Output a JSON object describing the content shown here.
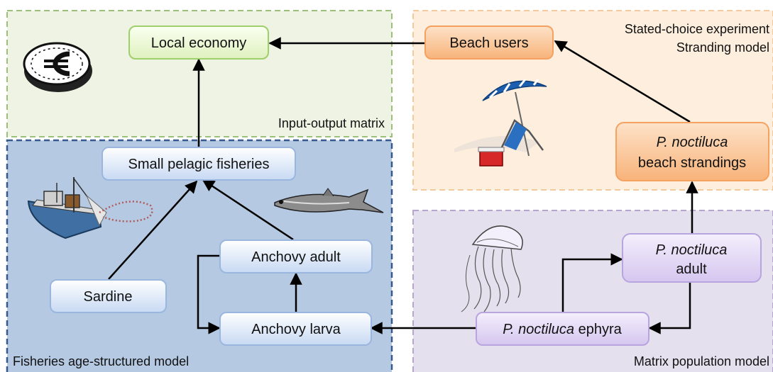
{
  "regions": {
    "economy": {
      "label": "Input-output matrix",
      "fill": "#eef3e4",
      "stroke": "#9cc07a"
    },
    "beach": {
      "label_line1": "Stated-choice experiment",
      "label_line2": "Stranding model",
      "fill": "#fdeede",
      "stroke": "#f3c99e"
    },
    "fisheries": {
      "label": "Fisheries age-structured model",
      "fill": "#b5c9e3",
      "stroke": "#375a8c"
    },
    "population": {
      "label": "Matrix population model",
      "fill": "#e5e0ee",
      "stroke": "#b4a6cc"
    }
  },
  "nodes": {
    "local_economy": {
      "label": "Local economy",
      "fill": "#ebf6d5",
      "stroke": "#9fcf6a"
    },
    "beach_users": {
      "label": "Beach users",
      "fill": "#fbcb9c",
      "stroke": "#f5a260"
    },
    "strandings": {
      "label_line1_italic": "P. noctiluca",
      "label_line2": "beach strandings",
      "fill": "#fbcb9c",
      "stroke": "#f5a260"
    },
    "small_pelagic": {
      "label": "Small pelagic fisheries",
      "fill": "#dde8f8",
      "stroke": "#9bb6de"
    },
    "sardine": {
      "label": "Sardine",
      "fill": "#dde8f8",
      "stroke": "#9bb6de"
    },
    "anchovy_adult": {
      "label": "Anchovy adult",
      "fill": "#dde8f8",
      "stroke": "#9bb6de"
    },
    "anchovy_larva": {
      "label": "Anchovy larva",
      "fill": "#dde8f8",
      "stroke": "#9bb6de"
    },
    "pn_adult": {
      "label_line1_italic": "P. noctiluca",
      "label_line2": "adult",
      "fill": "#e3d8f6",
      "stroke": "#b8a4de"
    },
    "pn_ephyra": {
      "label_italic": "P. noctiluca",
      "label_rest": " ephyra",
      "fill": "#e3d8f6",
      "stroke": "#b8a4de"
    }
  },
  "icons": [
    "euro-coin-icon",
    "beach-umbrella-chair-icon",
    "fishing-boat-icon",
    "anchovy-fish-icon",
    "jellyfish-icon"
  ]
}
